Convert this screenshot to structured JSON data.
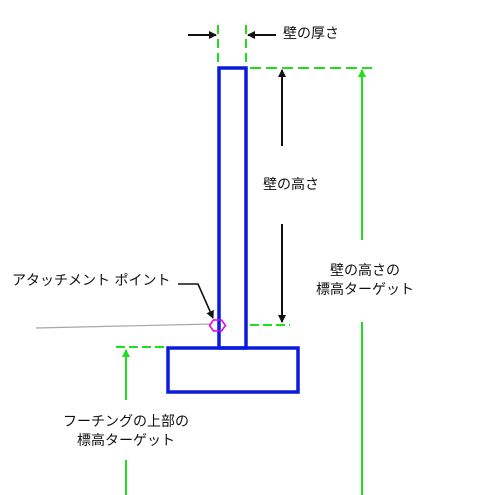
{
  "labels": {
    "wall_thickness": "壁の厚さ",
    "wall_height": "壁の高さ",
    "wall_height_target_line1": "壁の高さの",
    "wall_height_target_line2": "標高ターゲット",
    "attachment_point": "アタッチメント ポイント",
    "footing_top_target_line1": "フーチングの上部の",
    "footing_top_target_line2": "標高ターゲット"
  },
  "colors": {
    "wall_outline": "#0a1adf",
    "dimension_green": "#1be01b",
    "dimension_black": "#111111",
    "ground_line": "#a6a6a6",
    "attachment_marker": "#e000e0"
  }
}
